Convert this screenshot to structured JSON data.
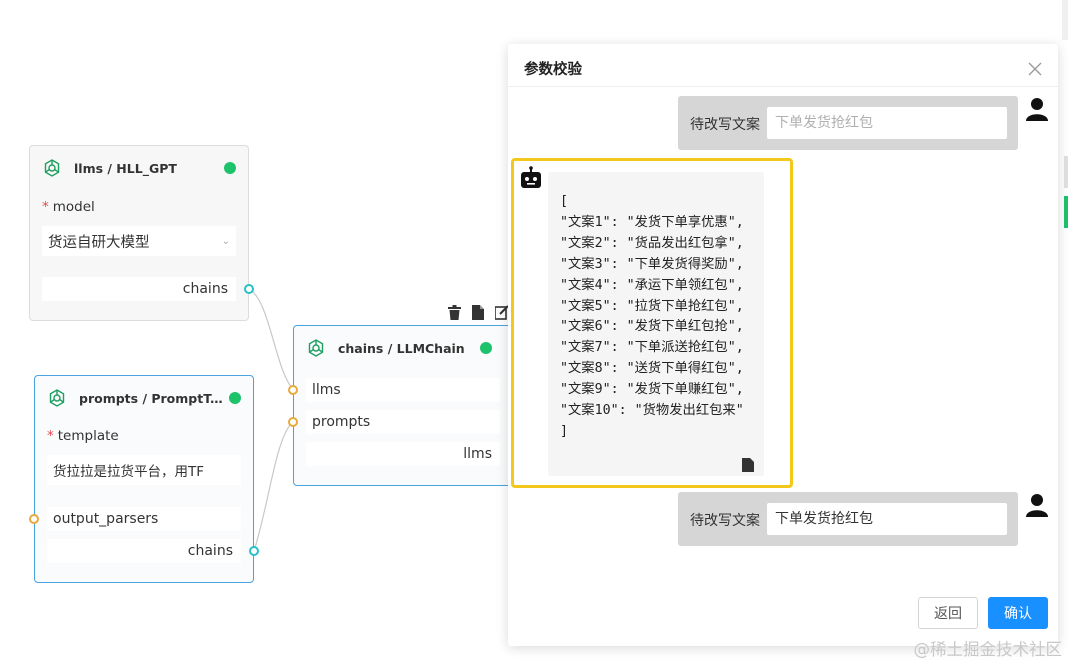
{
  "canvas": {
    "node_llms": {
      "title": "llms / HLL_GPT",
      "model_label": "model",
      "model_value": "货运自研大模型",
      "output_label": "chains"
    },
    "node_prompts": {
      "title": "prompts / PromptTem...",
      "template_label": "template",
      "template_value": "货拉拉是拉货平台，用TF",
      "parsers_label": "output_parsers",
      "output_label": "chains"
    },
    "node_chain": {
      "title": "chains / LLMChain",
      "llms_label": "llms",
      "prompts_label": "prompts",
      "output_label": "llms"
    },
    "toolbar_icons": [
      "trash-icon",
      "copy-icon",
      "edit-icon"
    ]
  },
  "dialog": {
    "title": "参数校验",
    "first_user": {
      "label": "待改写文案",
      "placeholder": "下单发货抢红包"
    },
    "bot_reply": "[\n\"文案1\": \"发货下单享优惠\",\n\"文案2\": \"货品发出红包拿\",\n\"文案3\": \"下单发货得奖励\",\n\"文案4\": \"承运下单领红包\",\n\"文案5\": \"拉货下单抢红包\",\n\"文案6\": \"发货下单红包抢\",\n\"文案7\": \"下单派送抢红包\",\n\"文案8\": \"送货下单得红包\",\n\"文案9\": \"发货下单赚红包\",\n\"文案10\": \"货物发出红包来\"\n]",
    "second_user": {
      "label": "待改写文案",
      "value": "下单发货抢红包"
    },
    "back_label": "返回",
    "confirm_label": "确认"
  },
  "watermark": "@稀土掘金技术社区",
  "colors": {
    "status_green": "#1ec26a",
    "highlight_border": "#f2c81b",
    "primary_button": "#1890ff"
  }
}
